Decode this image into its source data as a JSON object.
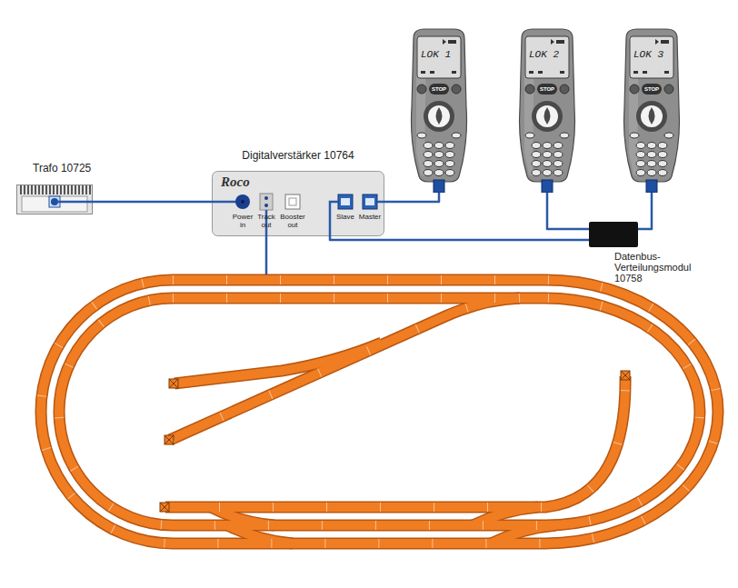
{
  "diagram": {
    "nodes": [
      {
        "text": [
          "Trafo 10725"
        ]
      },
      {
        "text": [
          "Digitalverstärker 10764",
          "Roco",
          "Power in",
          "Track out",
          "Booster out",
          "Slave",
          "Master"
        ]
      },
      {
        "text": [
          "LOK 1",
          "STOP"
        ]
      },
      {
        "text": [
          "LOK 2",
          "STOP"
        ]
      },
      {
        "text": [
          "LOK 3",
          "STOP"
        ]
      },
      {
        "text": [
          "Datenbus-Verteilungsmodul 10758"
        ]
      }
    ],
    "edges": [
      {
        "from": 0,
        "to": 1,
        "arrow": "none"
      },
      {
        "from": 1,
        "to": 2,
        "arrow": "none"
      },
      {
        "from": 1,
        "to": 5,
        "arrow": "none"
      },
      {
        "from": 5,
        "to": 3,
        "arrow": "none"
      },
      {
        "from": 5,
        "to": 4,
        "arrow": "none"
      }
    ]
  }
}
